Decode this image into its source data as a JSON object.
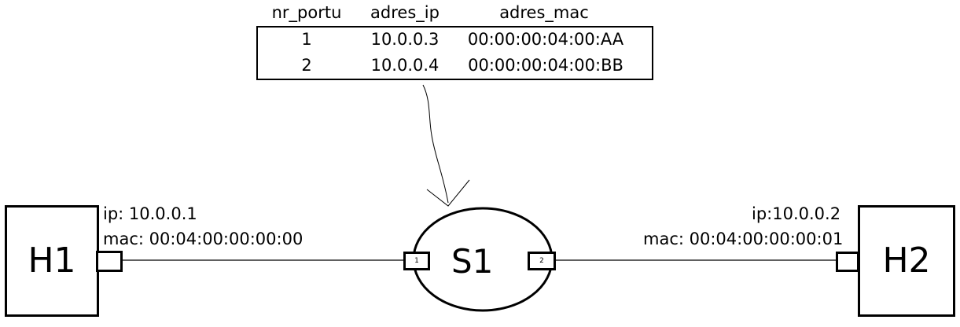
{
  "table": {
    "headers": [
      "nr_portu",
      "adres_ip",
      "adres_mac"
    ],
    "rows": [
      [
        "1",
        "10.0.0.3",
        "00:00:00:04:00:AA"
      ],
      [
        "2",
        "10.0.0.4",
        "00:00:00:04:00:BB"
      ]
    ]
  },
  "hosts": {
    "h1": {
      "label": "H1",
      "ip": "ip: 10.0.0.1",
      "mac": "mac: 00:04:00:00:00:00"
    },
    "h2": {
      "label": "H2",
      "ip": "ip:10.0.0.2",
      "mac": "mac: 00:04:00:00:00:01"
    }
  },
  "switch": {
    "label": "S1",
    "port1": "1",
    "port2": "2"
  }
}
